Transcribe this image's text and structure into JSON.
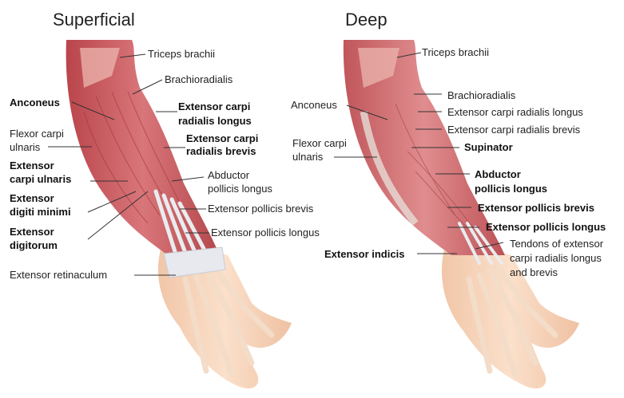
{
  "titles": {
    "superficial": "Superficial",
    "deep": "Deep"
  },
  "superficial_labels": {
    "triceps": "Triceps brachii",
    "brachioradialis": "Brachioradialis",
    "anconeus": "Anconeus",
    "ecrl_1": "Extensor carpi",
    "ecrl_2": "radialis longus",
    "fcu_1": "Flexor carpi",
    "fcu_2": "ulnaris",
    "ecrb_1": "Extensor carpi",
    "ecrb_2": "radialis brevis",
    "ecu_1": "Extensor",
    "ecu_2": "carpi ulnaris",
    "apl_1": "Abductor",
    "apl_2": "pollicis longus",
    "edm_1": "Extensor",
    "edm_2": "digiti minimi",
    "epb": "Extensor pollicis brevis",
    "ed_1": "Extensor",
    "ed_2": "digitorum",
    "epl": "Extensor pollicis longus",
    "retinaculum": "Extensor retinaculum"
  },
  "deep_labels": {
    "triceps": "Triceps brachii",
    "brachioradialis": "Brachioradialis",
    "anconeus": "Anconeus",
    "ecrl": "Extensor carpi radialis longus",
    "fcu_1": "Flexor carpi",
    "fcu_2": "ulnaris",
    "ecrb": "Extensor carpi radialis brevis",
    "supinator": "Supinator",
    "apl_1": "Abductor",
    "apl_2": "pollicis longus",
    "epb": "Extensor pollicis brevis",
    "epl": "Extensor pollicis longus",
    "indicis": "Extensor indicis",
    "tendons_1": "Tendons of extensor",
    "tendons_2": "carpi radialis longus",
    "tendons_3": "and brevis"
  }
}
